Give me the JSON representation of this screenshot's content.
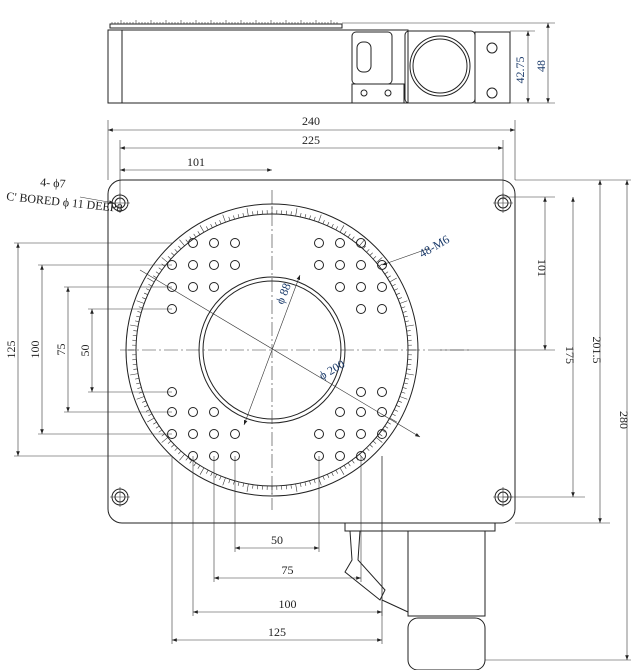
{
  "side_view": {
    "dim_height_inner": "42.75",
    "dim_height_total": "48"
  },
  "top_view": {
    "dim_width_total": "240",
    "dim_hole_spacing_x": "225",
    "dim_half_to_center_x": "101",
    "mount_holes_line1": "4- ϕ7",
    "mount_holes_line2": "C' BORED ϕ 11  DEEP8",
    "tapped_holes": "48-M6",
    "center_bore": "ϕ 88",
    "dial_diameter": "ϕ 200",
    "dim_half_to_center_y": "101",
    "dim_hole_spacing_y": "175",
    "dim_body_y": "201.5",
    "dim_total_y": "280",
    "left_dims": [
      "125",
      "100",
      "75",
      "50"
    ],
    "bottom_dims": [
      "50",
      "75",
      "100",
      "125"
    ]
  }
}
